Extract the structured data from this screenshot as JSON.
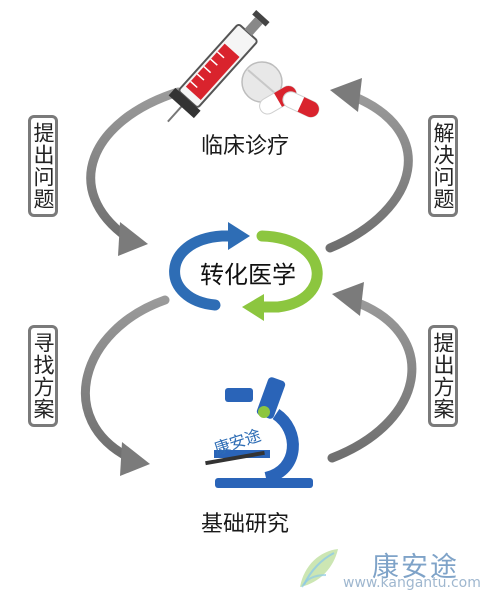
{
  "nodes": {
    "top": "临床诊疗",
    "center": "转化医学",
    "bottom": "基础研究"
  },
  "edges": {
    "left_upper": "提出问题",
    "right_upper": "解决问题",
    "left_lower": "寻找方案",
    "right_lower": "提出方案"
  },
  "microscope_tag": "康安途",
  "watermark": {
    "chinese": "康安途",
    "url": "www.kangantu.com"
  },
  "colors": {
    "arrow_gray": "#8a8a8a",
    "cycle_blue": "#2e6db5",
    "cycle_green": "#8cc63f",
    "syringe_red": "#d9232d",
    "microscope_blue": "#2a64b8"
  }
}
